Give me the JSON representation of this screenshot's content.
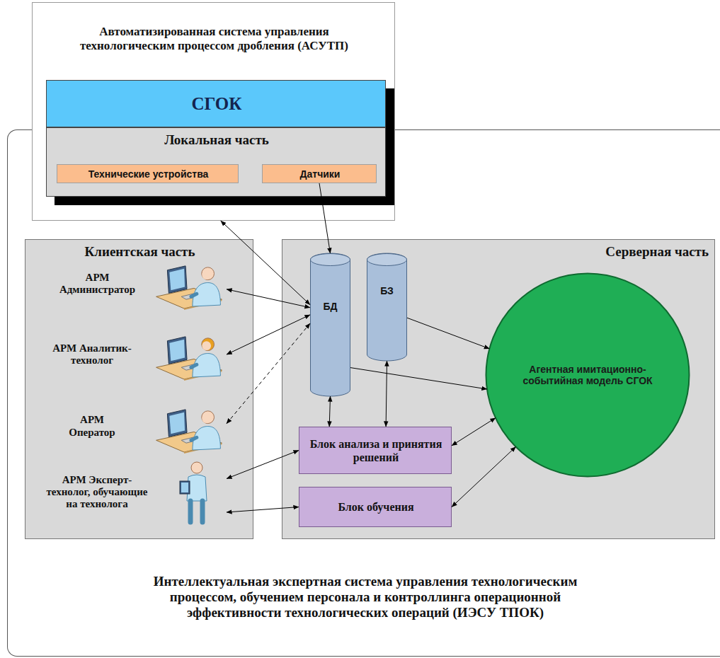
{
  "diagram": {
    "nodes": [
      {
        "text": [
          "Автоматизированная система управления технологическим процессом дробления (АСУТП)"
        ]
      },
      {
        "text": [
          "СГОК"
        ],
        "in": 0
      },
      {
        "text": [
          "Локальная часть"
        ],
        "in": 0
      },
      {
        "text": [
          "Технические устройства"
        ],
        "in": 2
      },
      {
        "text": [
          "Датчики"
        ],
        "in": 2
      },
      {
        "text": [
          "Интеллектуальная экспертная система управления технологическим процессом, обучением персонала и контроллинга операционной эффективности технологических операций (ИЭСУ ТПОК)"
        ]
      },
      {
        "text": [
          "Клиентская часть"
        ],
        "in": 5
      },
      {
        "text": [
          "АРМ Администратор"
        ],
        "in": 6
      },
      {
        "text": [
          "АРМ Аналитик-технолог"
        ],
        "in": 6
      },
      {
        "text": [
          "АРМ Оператор"
        ],
        "in": 6
      },
      {
        "text": [
          "АРМ Эксперт-технолог, обучающие на технолога"
        ],
        "in": 6
      },
      {
        "text": [
          "Серверная часть"
        ],
        "in": 5
      },
      {
        "text": [
          "БД"
        ],
        "in": 11
      },
      {
        "text": [
          "БЗ"
        ],
        "in": 11
      },
      {
        "text": [
          "Агентная имитационно-событийная модель СГОК"
        ],
        "in": 11
      },
      {
        "text": [
          "Блок анализа и принятия решений"
        ],
        "in": 11
      },
      {
        "text": [
          "Блок обучения"
        ],
        "in": 11
      }
    ],
    "edges": [
      {
        "from": 0,
        "to": 12,
        "arrow": "both"
      },
      {
        "from": 4,
        "to": 12,
        "arrow": "to"
      },
      {
        "from": 7,
        "to": 12,
        "arrow": "both"
      },
      {
        "from": 8,
        "to": 12,
        "arrow": "both"
      },
      {
        "from": 9,
        "to": 12,
        "arrow": "both"
      },
      {
        "from": 10,
        "to": 15,
        "arrow": "both"
      },
      {
        "from": 10,
        "to": 16,
        "arrow": "both"
      },
      {
        "from": 12,
        "to": 14,
        "arrow": "to"
      },
      {
        "from": 13,
        "to": 14,
        "arrow": "to"
      },
      {
        "from": 12,
        "to": 15,
        "arrow": "both"
      },
      {
        "from": 13,
        "to": 15,
        "arrow": "both"
      },
      {
        "from": 15,
        "to": 14,
        "arrow": "both"
      },
      {
        "from": 16,
        "to": 14,
        "arrow": "both"
      }
    ]
  }
}
